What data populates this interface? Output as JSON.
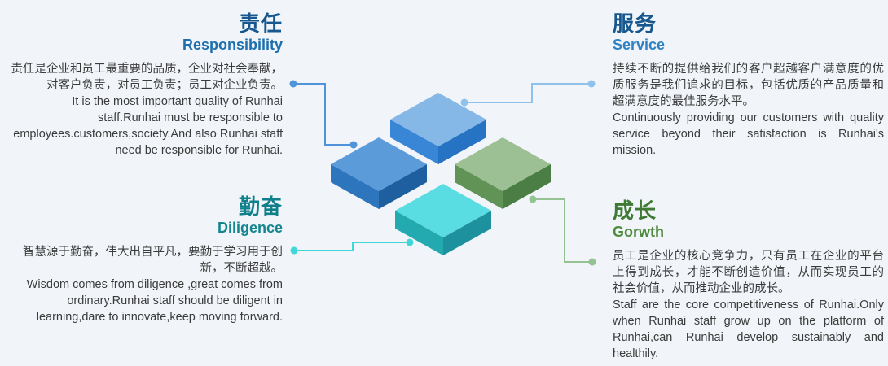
{
  "page": {
    "background": "#f1f5f9",
    "body_text_color": "#3b3b3b"
  },
  "sections": {
    "responsibility": {
      "title_zh": "责任",
      "title_en": "Responsibility",
      "body_zh": "责任是企业和员工最重要的品质，企业对社会奉献，对客户负责，对员工负责；员工对企业负责。",
      "body_en": "It is the most important quality of Runhai staff.Runhai must be responsible to employees.customers,society.And also Runhai staff need be responsible for Runhai.",
      "accent_title": "#15578e",
      "accent_subtitle": "#1e6fae"
    },
    "service": {
      "title_zh": "服务",
      "title_en": "Service",
      "body_zh": "持续不断的提供给我们的客户超越客户满意度的优质服务是我们追求的目标，包括优质的产品质量和超满意度的最佳服务水平。",
      "body_en": "Continuously providing our customers with quality service beyond their satisfaction is Runhai's mission.",
      "accent_title": "#15578e",
      "accent_subtitle": "#2e82c3"
    },
    "diligence": {
      "title_zh": "勤奋",
      "title_en": "Diligence",
      "body_zh": "智慧源于勤奋，伟大出自平凡，要勤于学习用于创新，不断超越。",
      "body_en": "Wisdom comes from diligence ,great comes from ordinary.Runhai staff should be diligent in learning,dare to innovate,keep moving forward.",
      "accent_title": "#0f7f8b",
      "accent_subtitle": "#14858f"
    },
    "growth": {
      "title_zh": "成长",
      "title_en": "Gorwth",
      "body_zh": "员工是企业的核心竞争力，只有员工在企业的平台上得到成长，才能不断创造价值，从而实现员工的社会价值，从而推动企业的成长。",
      "body_en": "Staff are the core competitiveness of Runhai.Only when Runhai staff grow up on the platform of Runhai,can Runhai develop sustainably and healthily.",
      "accent_title": "#3f7a35",
      "accent_subtitle": "#4e8a3e"
    }
  },
  "diagram": {
    "cubes": {
      "top_blue": {
        "face_top": "#85b7e7",
        "face_left": "#3a86d6",
        "face_right": "#2673c4"
      },
      "left_blue": {
        "face_top": "#5c9bd9",
        "face_left": "#2d76be",
        "face_right": "#1d5f9f"
      },
      "right_green": {
        "face_top": "#9cbf93",
        "face_left": "#609355",
        "face_right": "#4b7e44"
      },
      "bottom_cyan": {
        "face_top": "#5adde2",
        "face_left": "#22aab0",
        "face_right": "#1d929e"
      }
    },
    "connectors": {
      "responsibility": {
        "color": "#4f93da"
      },
      "service": {
        "color": "#8ec1ec"
      },
      "diligence": {
        "color": "#43d6d9"
      },
      "growth": {
        "color": "#95c291"
      }
    }
  }
}
